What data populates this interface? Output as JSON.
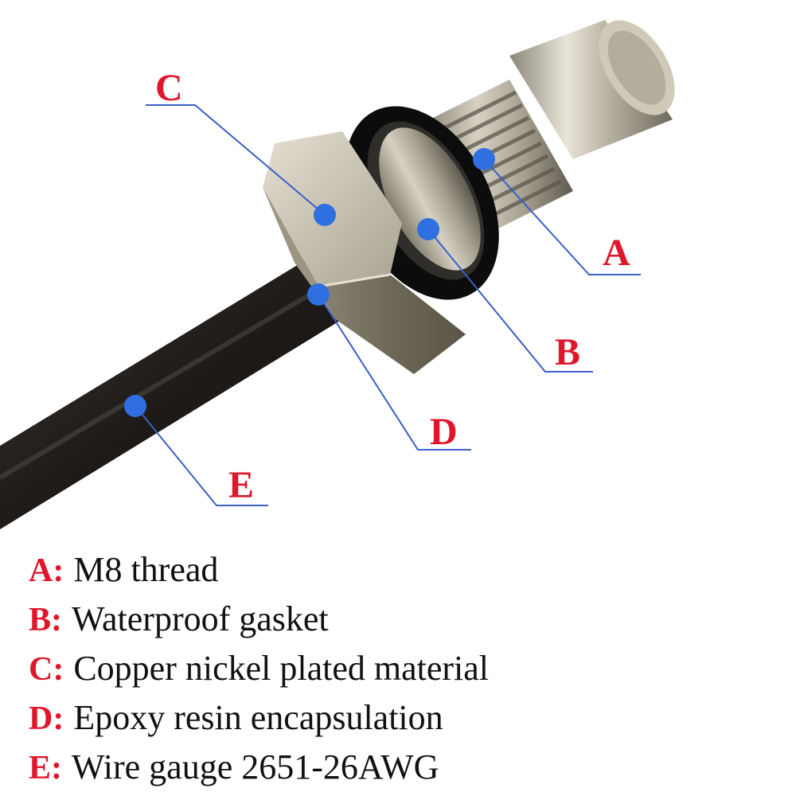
{
  "colors": {
    "label_red": "#e0162b",
    "leader_blue": "#3a5fc8",
    "marker_blue": "#2f6fe0",
    "legend_text": "#111111"
  },
  "callouts": [
    {
      "letter": "A"
    },
    {
      "letter": "B"
    },
    {
      "letter": "C"
    },
    {
      "letter": "D"
    },
    {
      "letter": "E"
    }
  ],
  "legend": [
    {
      "key": "A:",
      "text": "M8 thread"
    },
    {
      "key": "B:",
      "text": "Waterproof gasket"
    },
    {
      "key": "C:",
      "text": "Copper nickel plated material"
    },
    {
      "key": "D:",
      "text": "Epoxy resin encapsulation"
    },
    {
      "key": "E:",
      "text": "Wire gauge 2651-26AWG"
    }
  ]
}
